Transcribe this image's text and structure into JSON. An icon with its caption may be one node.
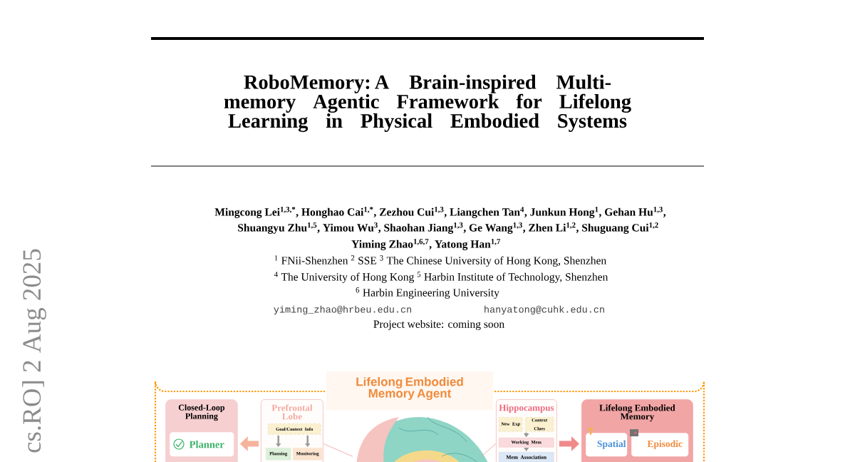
{
  "diagram": {
    "title": "RoboMemory: A Brain-inspired Multi-memory Agentic Framework for Lifelong Learning in Physical Embodied Systems",
    "nodes": [
      {
        "text": [
          "Closed-Loop Planning"
        ]
      },
      {
        "text": [
          "Planner"
        ],
        "in": 0
      },
      {
        "text": [
          "Prefrontal Lobe"
        ]
      },
      {
        "text": [
          "Goal/Context Info"
        ],
        "in": 2
      },
      {
        "text": [
          "Planning"
        ],
        "in": 2
      },
      {
        "text": [
          "Monitoring"
        ],
        "in": 2
      },
      {
        "text": [
          "Hippocampus"
        ]
      },
      {
        "text": [
          "New Exp"
        ],
        "in": 6
      },
      {
        "text": [
          "Context Clues"
        ],
        "in": 6
      },
      {
        "text": [
          "Working Mem"
        ],
        "in": 6
      },
      {
        "text": [
          "Mem Association"
        ],
        "in": 6
      },
      {
        "text": [
          "Lifelong Embodied Memory"
        ]
      },
      {
        "text": [
          "Spatial"
        ],
        "in": 11
      },
      {
        "text": [
          "Episodic"
        ],
        "in": 11
      },
      {
        "text": [],
        "shape": "picture"
      }
    ],
    "edges": [
      {
        "from": 2,
        "to": 0,
        "arrow": "to",
        "style": "thick",
        "color": "#f5b39c"
      },
      {
        "from": 3,
        "to": 4,
        "arrow": "to"
      },
      {
        "from": 3,
        "to": 5,
        "arrow": "to"
      },
      {
        "from": 2,
        "to": 14,
        "arrow": "none",
        "color": "#f19a9a"
      },
      {
        "from": 6,
        "to": 14,
        "arrow": "none",
        "color": "#f19a9a"
      },
      {
        "from": 7,
        "to": 9,
        "arrow": "to"
      },
      {
        "from": 8,
        "to": 9,
        "arrow": "to"
      },
      {
        "from": 9,
        "to": 10,
        "arrow": "to"
      },
      {
        "from": 6,
        "to": 11,
        "arrow": "to",
        "style": "thick",
        "color": "#f08a8a"
      }
    ],
    "labels": [
      "cs.RO] 2 Aug 2025",
      "Mingcong Lei$^{1,3,*}$, Honghao Cai$^{1,*}$, Zezhou Cui$^{1,3}$, Liangchen Tan$^{4}$, Junkun Hong$^{1}$, Gehan Hu$^{1,3}$,",
      "Shuangyu Zhu$^{1,5}$, Yimou Wu$^{3}$, Shaohan Jiang$^{1,3}$, Ge Wang$^{1,3}$, Zhen Li$^{1,2}$, Shuguang Cui$^{1,2}$",
      "Yiming Zhao$^{1,6,7}$, Yatong Han$^{1,7}$",
      "$^{1}$ FNii-Shenzhen $^{2}$ SSE $^{3}$ The Chinese University of Hong Kong, Shenzhen",
      "$^{4}$ The University of Hong Kong $^{5}$ Harbin Institute of Technology, Shenzhen",
      "$^{6}$ Harbin Engineering University",
      "yiming_zhao@hrbeu.edu.cn",
      "hanyatong@cuhk.edu.cn",
      "Project website: coming soon",
      "Lifelong Embodied Memory Agent"
    ]
  }
}
